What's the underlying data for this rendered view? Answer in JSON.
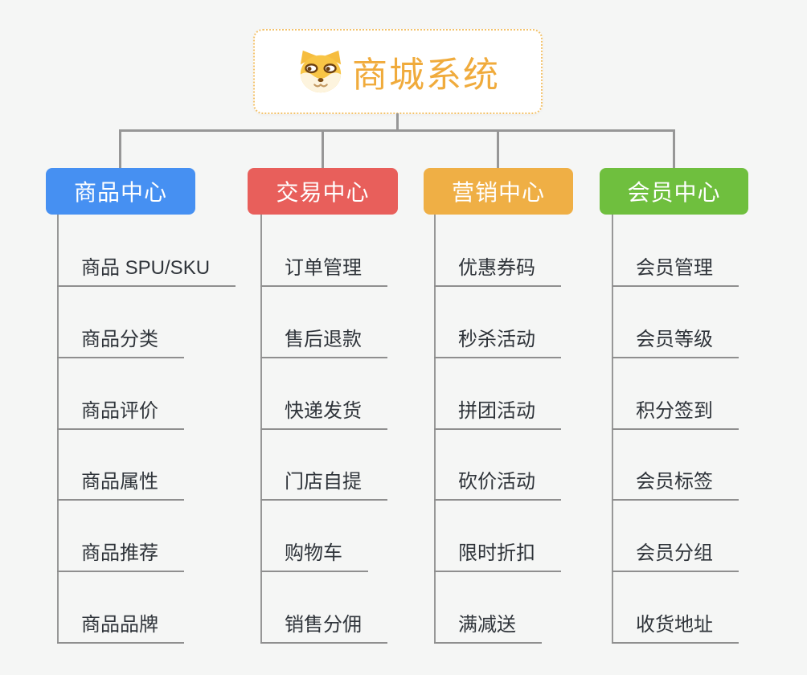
{
  "page": {
    "title": "商城系统",
    "background_color": "#f5f6f5",
    "connector_color": "#979797"
  },
  "root": {
    "label": "商城系统",
    "icon": "shiba-dog-icon",
    "text_color": "#f0ab3c",
    "border_color": "#f3c36c"
  },
  "branches": [
    {
      "label": "商品中心",
      "color": "#4690f2",
      "items": [
        "商品 SPU/SKU",
        "商品分类",
        "商品评价",
        "商品属性",
        "商品推荐",
        "商品品牌"
      ]
    },
    {
      "label": "交易中心",
      "color": "#e85f5b",
      "items": [
        "订单管理",
        "售后退款",
        "快递发货",
        "门店自提",
        "购物车",
        "销售分佣"
      ]
    },
    {
      "label": "营销中心",
      "color": "#efaf45",
      "items": [
        "优惠券码",
        "秒杀活动",
        "拼团活动",
        "砍价活动",
        "限时折扣",
        "满减送"
      ]
    },
    {
      "label": "会员中心",
      "color": "#6fbf3e",
      "items": [
        "会员管理",
        "会员等级",
        "积分签到",
        "会员标签",
        "会员分组",
        "收货地址"
      ]
    }
  ]
}
